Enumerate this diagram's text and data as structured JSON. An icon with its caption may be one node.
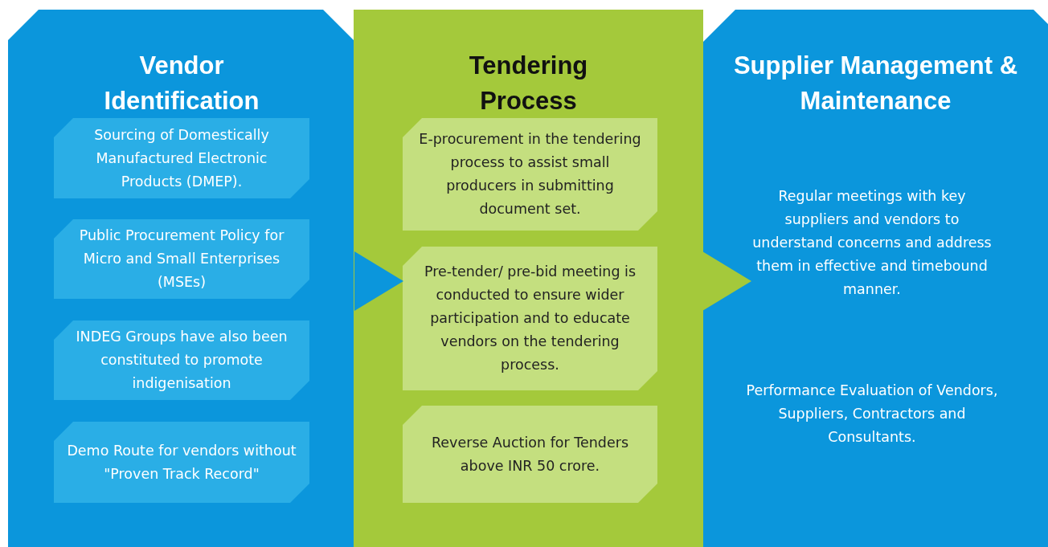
{
  "diagram": {
    "nodes": [
      {
        "text": [
          "Vendor Identification"
        ]
      },
      {
        "text": [
          "Sourcing of Domestically Manufactured Electronic Products (DMEP)."
        ],
        "in": 0
      },
      {
        "text": [
          "Public Procurement Policy for Micro and Small Enterprises (MSEs)"
        ],
        "in": 0
      },
      {
        "text": [
          "INDEG Groups have also been constituted to promote indigenisation"
        ],
        "in": 0
      },
      {
        "text": [
          "Demo Route for vendors without \"Proven Track Record\""
        ],
        "in": 0
      },
      {
        "text": [
          "Tendering Process"
        ]
      },
      {
        "text": [
          "E-procurement in the tendering process to assist small producers in submitting document set."
        ],
        "in": 5
      },
      {
        "text": [
          "Pre-tender/ pre-bid meeting is conducted to ensure wider participation and to educate vendors on the tendering process."
        ],
        "in": 5
      },
      {
        "text": [
          "Reverse Auction for Tenders above INR 50 crore."
        ],
        "in": 5
      },
      {
        "text": [
          "Supplier Management & Maintenance",
          "Regular meetings with key suppliers and vendors to understand concerns and address them in effective and timebound manner.",
          "Performance Evaluation of Vendors, Suppliers, Contractors and Consultants."
        ]
      }
    ],
    "edges": [
      {
        "from": 0,
        "to": 5,
        "arrow": "to"
      },
      {
        "from": 5,
        "to": 9,
        "arrow": "to"
      }
    ]
  }
}
